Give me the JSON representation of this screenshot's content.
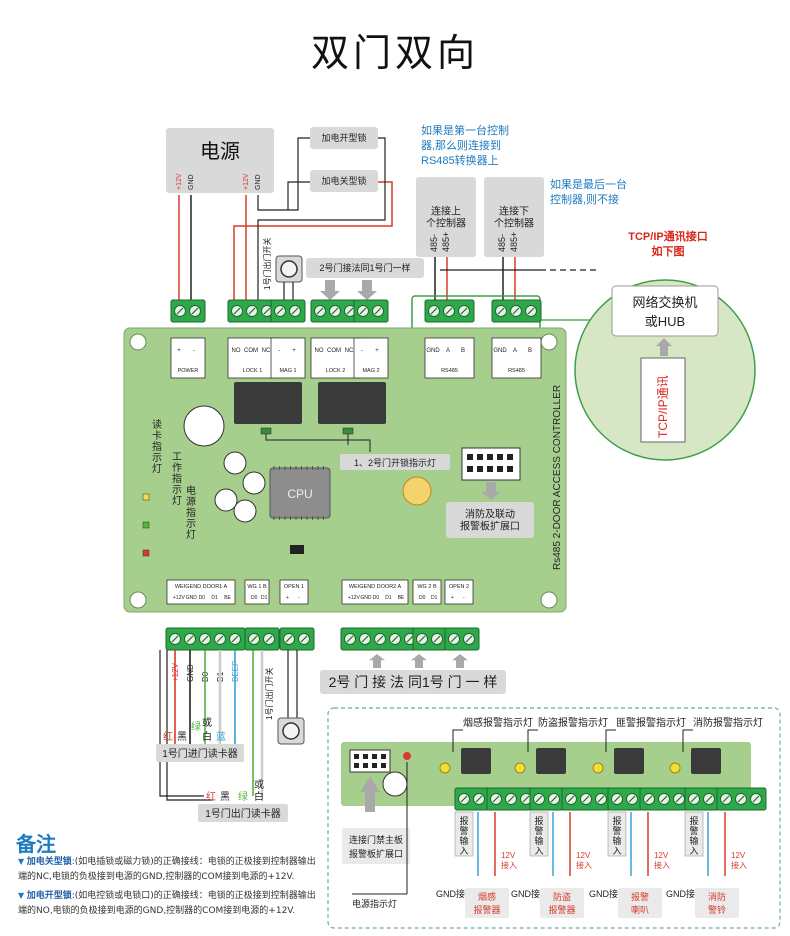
{
  "title": "双门双向",
  "power": {
    "label": "电源",
    "pins": [
      "+12V",
      "GND",
      "+12V",
      "GND"
    ]
  },
  "locks": {
    "fail_secure": "加电开型锁",
    "fail_safe": "加电关型锁"
  },
  "rs485": {
    "first_note": [
      "如果是第一台控制",
      "器,那么则连接到",
      "RS485转换器上"
    ],
    "last_note": [
      "如果是最后一台",
      "控制器,则不接"
    ],
    "upper_box": [
      "连接上",
      "个控制器"
    ],
    "lower_box": [
      "连接下",
      "个控制器"
    ],
    "pins": [
      "485-",
      "485+"
    ]
  },
  "tcp": {
    "title": [
      "TCP/IP通讯接口",
      "如下图"
    ],
    "switch": [
      "网络交换机",
      "或HUB"
    ],
    "port": "TCP/IP通讯"
  },
  "exit_button_1": "1号门出门开关",
  "door2_same": "2号门接法同1号门一样",
  "door2_same_bottom": "2号 门 接 法 同1号 门 一 样",
  "board": {
    "top_terminals": [
      "POWER",
      "LOCK 1",
      "MAG 1",
      "LOCK 2",
      "MAG 2",
      "RS485",
      "RS485"
    ],
    "top_pins": {
      "power": [
        "+",
        "-"
      ],
      "lock": [
        "NO",
        "COM",
        "NC"
      ],
      "mag": [
        "-",
        "+"
      ],
      "rs485": [
        "GND",
        "A",
        "B"
      ]
    },
    "cpu": "CPU",
    "side_text": "Rs485 2-DOOR ACCESS CONTROLLER",
    "led_labels": [
      "读卡指示灯",
      "工作指示灯",
      "电源指示灯"
    ],
    "lock_led_label": "1、2号门开锁指示灯",
    "expansion": [
      "消防及联动",
      "报警板扩展口"
    ],
    "bottom_terminals": [
      "WEIGEND DOOR1 A",
      "WG 1 B",
      "OPEN 1",
      "WEIGEND DOOR2 A",
      "WG 2 B",
      "OPEN 2"
    ],
    "bottom_pins": {
      "wg_a": [
        "+12V",
        "GND",
        "D0",
        "D1",
        "BE"
      ],
      "wg_b": [
        "D0",
        "D1"
      ],
      "open": [
        "+",
        "-"
      ]
    }
  },
  "reader_wires": [
    "+12V",
    "GND",
    "D0",
    "D1",
    "BEEP"
  ],
  "reader_in": {
    "label": "1号门进门读卡器",
    "colors": [
      "红",
      "黑",
      "绿",
      "白",
      "蓝"
    ],
    "extra": "或"
  },
  "reader_out": {
    "label": "1号门出门读卡器",
    "colors": [
      "红",
      "黑",
      "绿",
      "白"
    ],
    "extra": "或"
  },
  "exit_switch_vertical": "1号门出门开关",
  "alarm": {
    "channels": [
      {
        "indicator": "烟感报警指示灯",
        "device": [
          "烟感",
          "报警器"
        ]
      },
      {
        "indicator": "防盗报警指示灯",
        "device": [
          "防盗",
          "报警器"
        ]
      },
      {
        "indicator": "匪警报警指示灯",
        "device": [
          "报警",
          "喇叭"
        ]
      },
      {
        "indicator": "消防报警指示灯",
        "device": [
          "消防",
          "警铃"
        ]
      }
    ],
    "input_label": "报警输入",
    "v12": [
      "12V",
      "接入"
    ],
    "gnd": "GND接入",
    "connector": [
      "连接门禁主板",
      "报警板扩展口"
    ],
    "power_led": "电源指示灯"
  },
  "notes_title": "备注",
  "notes": [
    {
      "bold": "加电关型锁",
      "text": ":(如电插锁或磁力锁)的正确接线：电锁的正极接到控制器输出端的NC,电锁的负极接到电源的GND,控制器的COM接到电源的+12V."
    },
    {
      "bold": "加电开型锁",
      "text": ":(如电控锁或电锁口)的正确接线：电锁的正极接到控制器输出端的NO,电锁的负极接到电源的GND,控制器的COM接到电源的+12V."
    }
  ],
  "colors": {
    "board": "#a6cf8e",
    "terminal": "#2ea84a",
    "label_box": "#d9d9d9",
    "red_wire": "#d93a2b",
    "blue_text": "#1f7bbf",
    "tcp_red": "#d9261c"
  }
}
